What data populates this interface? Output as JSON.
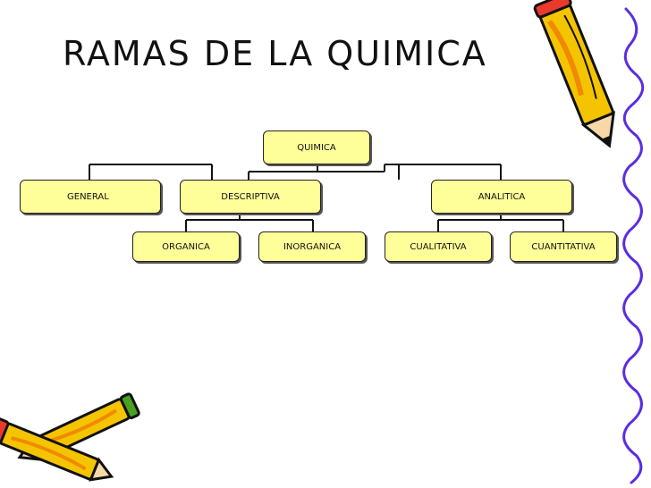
{
  "title": "RAMAS DE LA QUIMICA",
  "nodes": {
    "quimica": "QUIMICA",
    "general": "GENERAL",
    "descriptiva": "DESCRIPTIVA",
    "analitica": "ANALITICA",
    "organica": "ORGANICA",
    "inorganica": "INORGANICA",
    "cualitativa": "CUALITATIVA",
    "cuantitativa": "CUANTITATIVA"
  },
  "colors": {
    "node_fill": "#ffff99",
    "pencil_yellow": "#f5c400",
    "pencil_orange": "#f08a00",
    "swirl_blue": "#5a2ee0"
  },
  "decorations": [
    "pencil-icon-top-right",
    "pencils-icon-bottom-left",
    "swirl-border-right"
  ]
}
